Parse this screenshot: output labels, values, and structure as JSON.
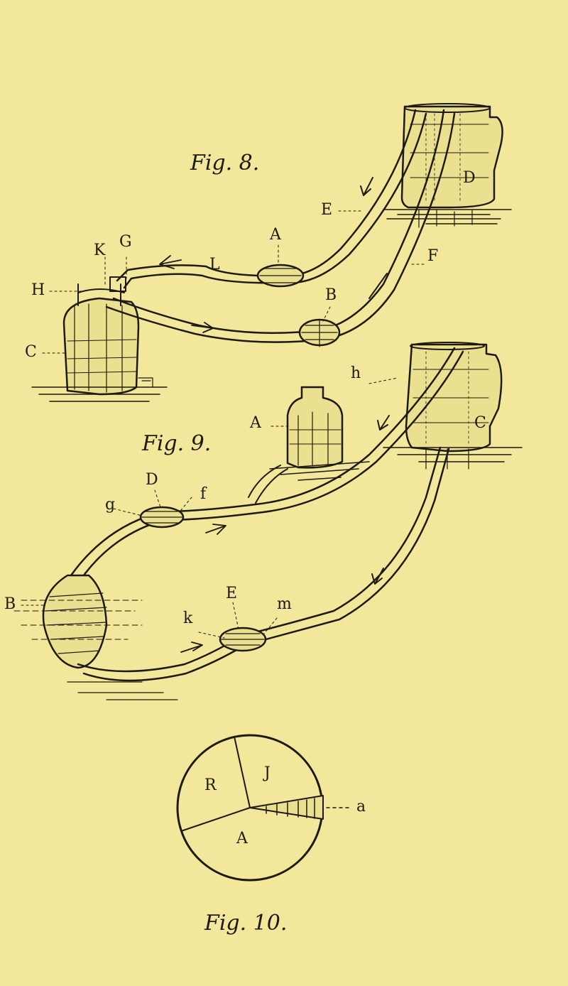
{
  "plate": {
    "background": "#f2e79a",
    "ink": "#1d1a10"
  },
  "fig8": {
    "caption": "Fig. 8.",
    "labels": {
      "K": "K",
      "G": "G",
      "H": "H",
      "C": "C",
      "L": "L",
      "A": "A",
      "E": "E",
      "F": "F",
      "B": "B",
      "D": "D"
    }
  },
  "fig9": {
    "caption": "Fig. 9.",
    "labels": {
      "A": "A",
      "D": "D",
      "g": "g",
      "f": "f",
      "B": "B",
      "E": "E",
      "k": "k",
      "m": "m",
      "h": "h",
      "C": "C"
    }
  },
  "fig10": {
    "caption": "Fig. 10.",
    "labels": {
      "upper_left": "R",
      "upper_right": "J",
      "bottom": "A",
      "pointer": "a"
    }
  }
}
